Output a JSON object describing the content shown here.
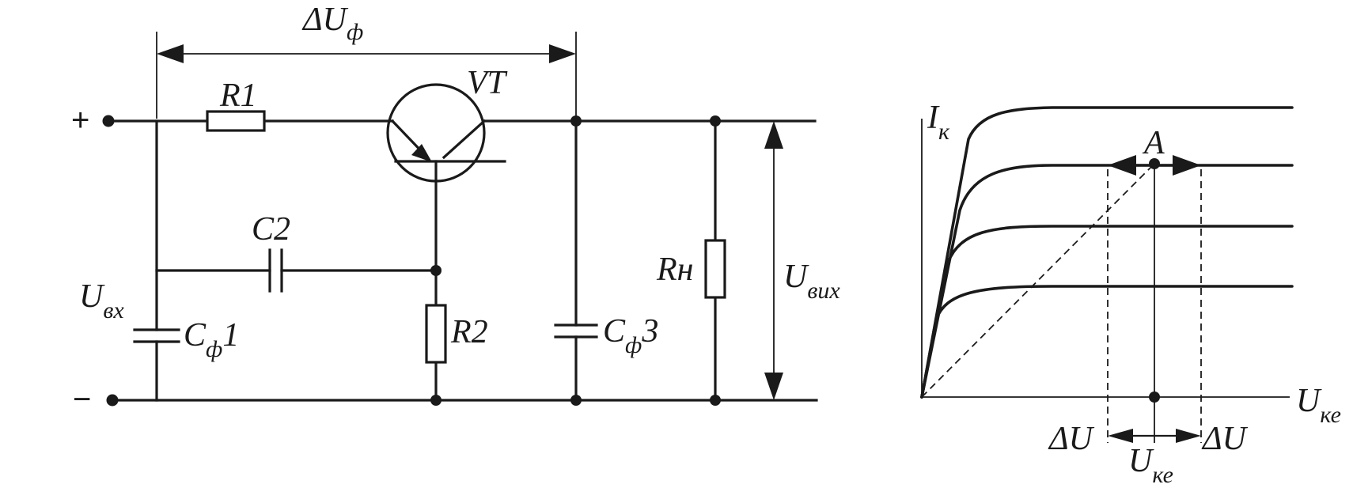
{
  "circuit": {
    "labels": {
      "delta_uf_main": "ΔU",
      "delta_uf_sub": "ф",
      "r1": "R1",
      "vt": "VT",
      "c2": "C2",
      "uvx_main": "U",
      "uvx_sub": "вх",
      "cf1_main": "C",
      "cf1_sub": "ф",
      "cf1_num": "1",
      "r2": "R2",
      "cf3_main": "C",
      "cf3_sub": "ф",
      "cf3_num": "3",
      "rn": "Rн",
      "uvyx_main": "U",
      "uvyx_sub": "вих",
      "plus": "+",
      "minus": "−"
    }
  },
  "graph": {
    "labels": {
      "ik_main": "I",
      "ik_sub": "к",
      "a_point": "A",
      "uke_axis_main": "U",
      "uke_axis_sub": "ке",
      "delta_u_left": "ΔU",
      "delta_u_right": "ΔU",
      "uke_bottom_main": "U",
      "uke_bottom_sub": "ке"
    }
  }
}
